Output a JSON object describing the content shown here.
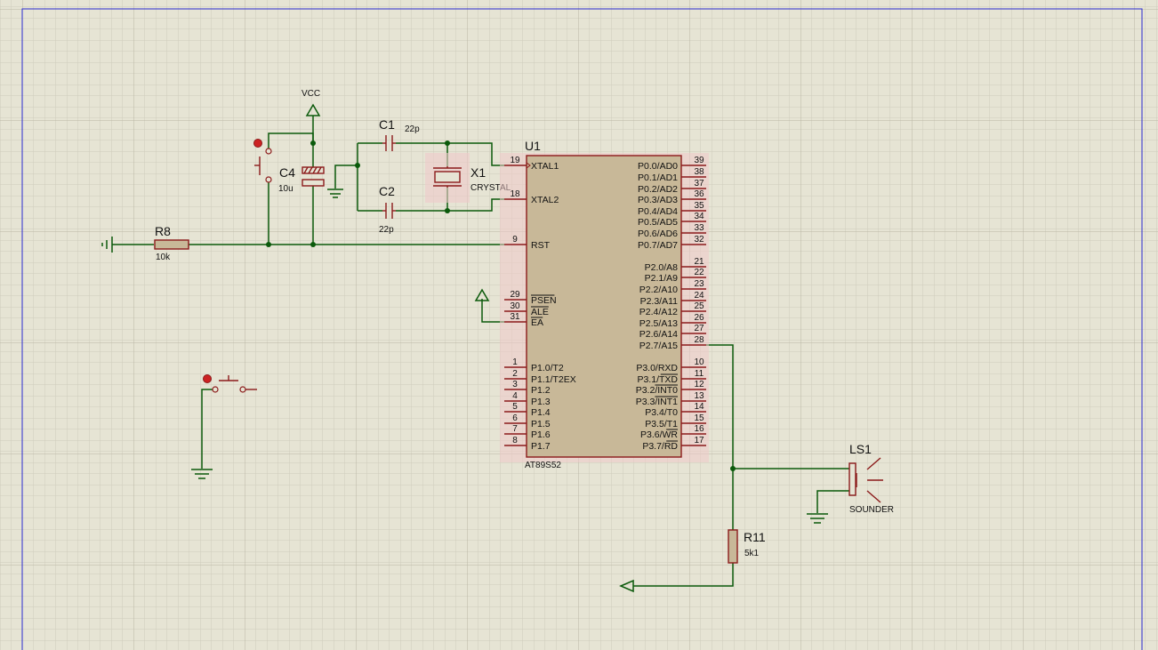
{
  "chip": {
    "ref": "U1",
    "part": "AT89S52",
    "left_pins": [
      {
        "num": "19",
        "name": "XTAL1"
      },
      {
        "num": "18",
        "name": "XTAL2"
      },
      {
        "num": "9",
        "name": "RST"
      },
      {
        "num": "29",
        "name": "PSEN"
      },
      {
        "num": "30",
        "name": "ALE"
      },
      {
        "num": "31",
        "name": "EA"
      },
      {
        "num": "1",
        "name": "P1.0/T2"
      },
      {
        "num": "2",
        "name": "P1.1/T2EX"
      },
      {
        "num": "3",
        "name": "P1.2"
      },
      {
        "num": "4",
        "name": "P1.3"
      },
      {
        "num": "5",
        "name": "P1.4"
      },
      {
        "num": "6",
        "name": "P1.5"
      },
      {
        "num": "7",
        "name": "P1.6"
      },
      {
        "num": "8",
        "name": "P1.7"
      }
    ],
    "right_pins": [
      {
        "num": "39",
        "name": "P0.0/AD0"
      },
      {
        "num": "38",
        "name": "P0.1/AD1"
      },
      {
        "num": "37",
        "name": "P0.2/AD2"
      },
      {
        "num": "36",
        "name": "P0.3/AD3"
      },
      {
        "num": "35",
        "name": "P0.4/AD4"
      },
      {
        "num": "34",
        "name": "P0.5/AD5"
      },
      {
        "num": "33",
        "name": "P0.6/AD6"
      },
      {
        "num": "32",
        "name": "P0.7/AD7"
      },
      {
        "num": "21",
        "name": "P2.0/A8"
      },
      {
        "num": "22",
        "name": "P2.1/A9"
      },
      {
        "num": "23",
        "name": "P2.2/A10"
      },
      {
        "num": "24",
        "name": "P2.3/A11"
      },
      {
        "num": "25",
        "name": "P2.4/A12"
      },
      {
        "num": "26",
        "name": "P2.5/A13"
      },
      {
        "num": "27",
        "name": "P2.6/A14"
      },
      {
        "num": "28",
        "name": "P2.7/A15"
      },
      {
        "num": "10",
        "name": "P3.0/RXD"
      },
      {
        "num": "11",
        "name": "P3.1/TXD"
      },
      {
        "num": "12",
        "name": "P3.2/INT0"
      },
      {
        "num": "13",
        "name": "P3.3/INT1"
      },
      {
        "num": "14",
        "name": "P3.4/T0"
      },
      {
        "num": "15",
        "name": "P3.5/T1"
      },
      {
        "num": "16",
        "name": "P3.6/WR"
      },
      {
        "num": "17",
        "name": "P3.7/RD"
      }
    ]
  },
  "components": {
    "vcc": {
      "label": "VCC"
    },
    "c1": {
      "ref": "C1",
      "value": "22p"
    },
    "c2": {
      "ref": "C2",
      "value": "22p"
    },
    "c4": {
      "ref": "C4",
      "value": "10u"
    },
    "x1": {
      "ref": "X1",
      "value": "CRYSTAL"
    },
    "r8": {
      "ref": "R8",
      "value": "10k"
    },
    "r11": {
      "ref": "R11",
      "value": "5k1"
    },
    "ls1": {
      "ref": "LS1",
      "value": "SOUNDER"
    }
  },
  "colors": {
    "background": "#e6e4d4",
    "grid_minor": "#cfccbc",
    "grid_major": "#b9b6a5",
    "border": "#2a2ad0",
    "wire": "#0b5a0b",
    "component": "#8b1a1a",
    "chip_body": "#c8b898",
    "highlight": "#eec9c9"
  }
}
